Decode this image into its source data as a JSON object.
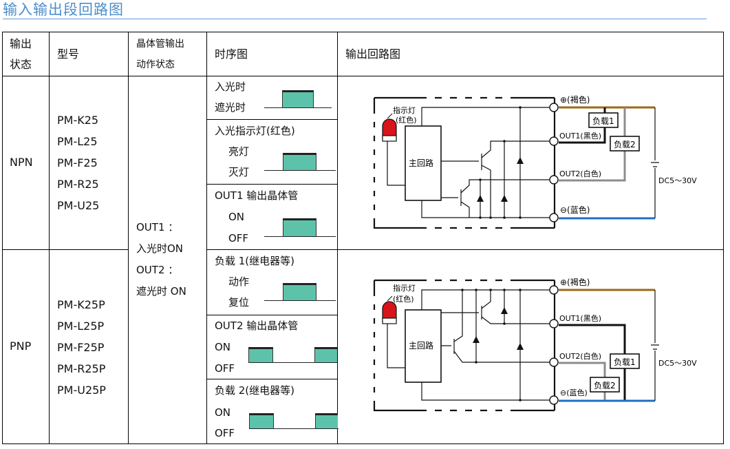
{
  "title": "输入输出段回路图",
  "header": {
    "col_state": [
      "输出",
      "状态"
    ],
    "col_model": "型号",
    "col_action": [
      "晶体管输出",
      "动作状态"
    ],
    "col_timing": "时序图",
    "col_circuit": "输出回路图"
  },
  "action_state": [
    "OUT1 ：",
    "入光时ON",
    "OUT2 ：",
    "遮光时 ON"
  ],
  "rows": [
    {
      "type": "NPN",
      "models": [
        "PM-K25",
        "PM-L25",
        "PM-F25",
        "PM-R25",
        "PM-U25"
      ],
      "timing": [
        {
          "title": "入光时",
          "high": "",
          "low": "遮光时"
        },
        {
          "title": "入光指示灯(红色)",
          "high": "亮灯",
          "low": "灭灯"
        },
        {
          "title": "OUT1 输出晶体管",
          "high": "ON",
          "low": "OFF"
        }
      ]
    },
    {
      "type": "PNP",
      "models": [
        "PM-K25P",
        "PM-L25P",
        "PM-F25P",
        "PM-R25P",
        "PM-U25P"
      ],
      "timing": [
        {
          "title": "负载 1(继电器等)",
          "high": "动作",
          "low": "复位"
        },
        {
          "title": "OUT2 输出晶体管",
          "high": "ON",
          "low": "OFF"
        },
        {
          "title": "负载 2(继电器等)",
          "high": "ON",
          "low": "OFF"
        }
      ]
    }
  ],
  "circuit": {
    "indicator": "指示灯",
    "indicator_color": "(红色)",
    "main_circuit": "主回路",
    "brown": "⊕(褐色)",
    "out1": "OUT1(黑色)",
    "out2": "OUT2(白色)",
    "blue": "⊖(蓝色)",
    "load1": "负载1",
    "load2": "负载2",
    "supply": "DC5～30V",
    "colors": {
      "brown": "#9b6a12",
      "black": "#111111",
      "white": "#8c8c8c",
      "blue": "#1e6fc0",
      "led": "#d7141a",
      "pulse": "#5cc3aa"
    }
  }
}
